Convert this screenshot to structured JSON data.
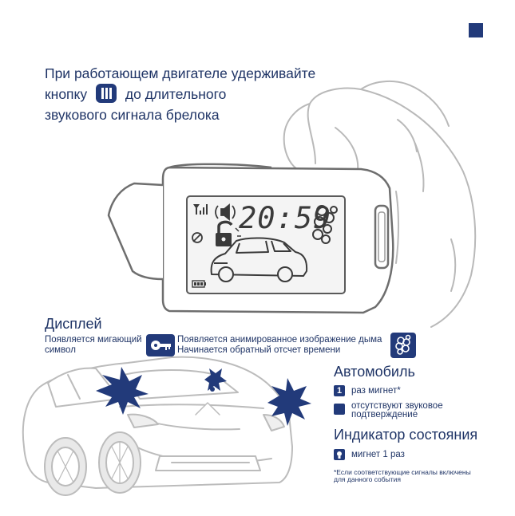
{
  "instruction": {
    "line1": "При работающем двигателе удерживайте",
    "line2_before": "кнопку",
    "line2_after": "до длительного",
    "line3": "звукового сигнала брелока"
  },
  "display_time": "20:59",
  "display": {
    "title": "Дисплей",
    "blink_text_1": "Появляется мигающий",
    "blink_text_2": "символ",
    "smoke_text_1": "Появляется анимированное изображение дыма",
    "smoke_text_2": "Начинается обратный отсчет времени"
  },
  "car": {
    "title": "Автомобиль",
    "blink_count": "1",
    "blink_text": "раз мигнет*",
    "sound_text_1": "отсутствуют звуковое",
    "sound_text_2": "подтверждение"
  },
  "status": {
    "title": "Индикатор состояния",
    "led_text": "мигнет 1 раз"
  },
  "footnote": {
    "line1": "*Если соответствующие сигналы включены",
    "line2": "для данного события"
  },
  "colors": {
    "accent": "#223a7a",
    "text": "#1f3466",
    "outline": "#6e6e6e"
  }
}
